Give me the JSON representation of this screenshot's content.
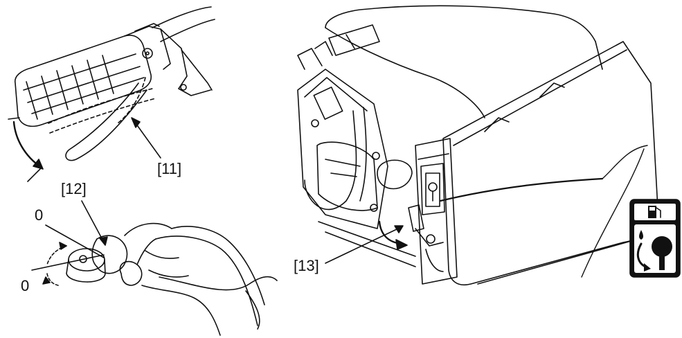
{
  "callouts": {
    "c11": "[11]",
    "c12": "[12]",
    "c13": "[13]"
  },
  "marks": {
    "zero_top": "0",
    "zero_bottom": "0"
  },
  "icons": {
    "fuel_valve_symbol": "fuel-valve-icon"
  },
  "colors": {
    "line": "#111111",
    "icon_bg": "#111111",
    "icon_fg": "#ffffff"
  }
}
